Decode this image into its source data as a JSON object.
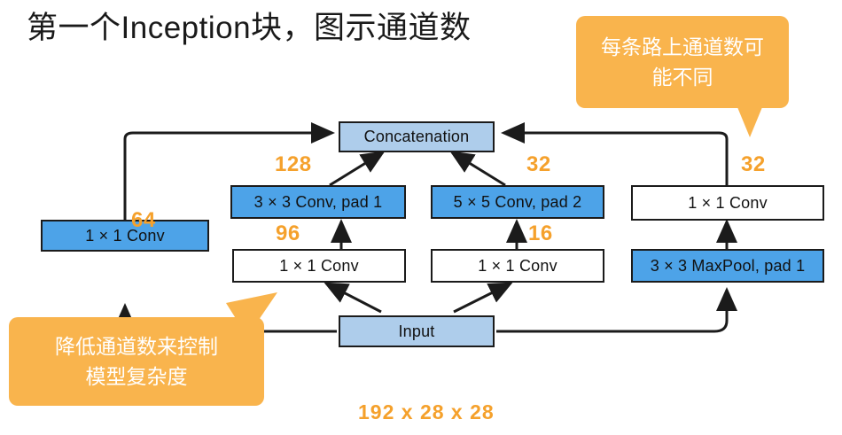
{
  "slide": {
    "title": "第一个Inception块，图示通道数",
    "bottom_caption": "192 x 28 x 28"
  },
  "colors": {
    "accent_orange": "#f5a12c",
    "callout_orange": "#f9b44d",
    "box_blue": "#4da3e8",
    "box_light_blue": "#aecdeb",
    "box_white": "#ffffff",
    "stroke": "#1b1b1b"
  },
  "callouts": [
    {
      "id": "paths-note",
      "line1": "每条路上通道数可",
      "line2": "能不同"
    },
    {
      "id": "reduce-note",
      "line1": "降低通道数来控制",
      "line2": "模型复杂度"
    }
  ],
  "nodes": {
    "concatenation": "Concatenation",
    "input": "Input",
    "branch1_conv": "1 × 1 Conv",
    "branch2_reduce": "1 × 1 Conv",
    "branch2_conv": "3 × 3 Conv, pad 1",
    "branch3_reduce": "1 × 1 Conv",
    "branch3_conv": "5 × 5 Conv, pad 2",
    "branch4_pool": "3 × 3 MaxPool, pad 1",
    "branch4_conv": "1 × 1 Conv"
  },
  "channels": {
    "branch1_out": "64",
    "branch2_out": "128",
    "branch2_mid": "96",
    "branch3_out": "32",
    "branch3_mid": "16",
    "branch4_out": "32"
  }
}
